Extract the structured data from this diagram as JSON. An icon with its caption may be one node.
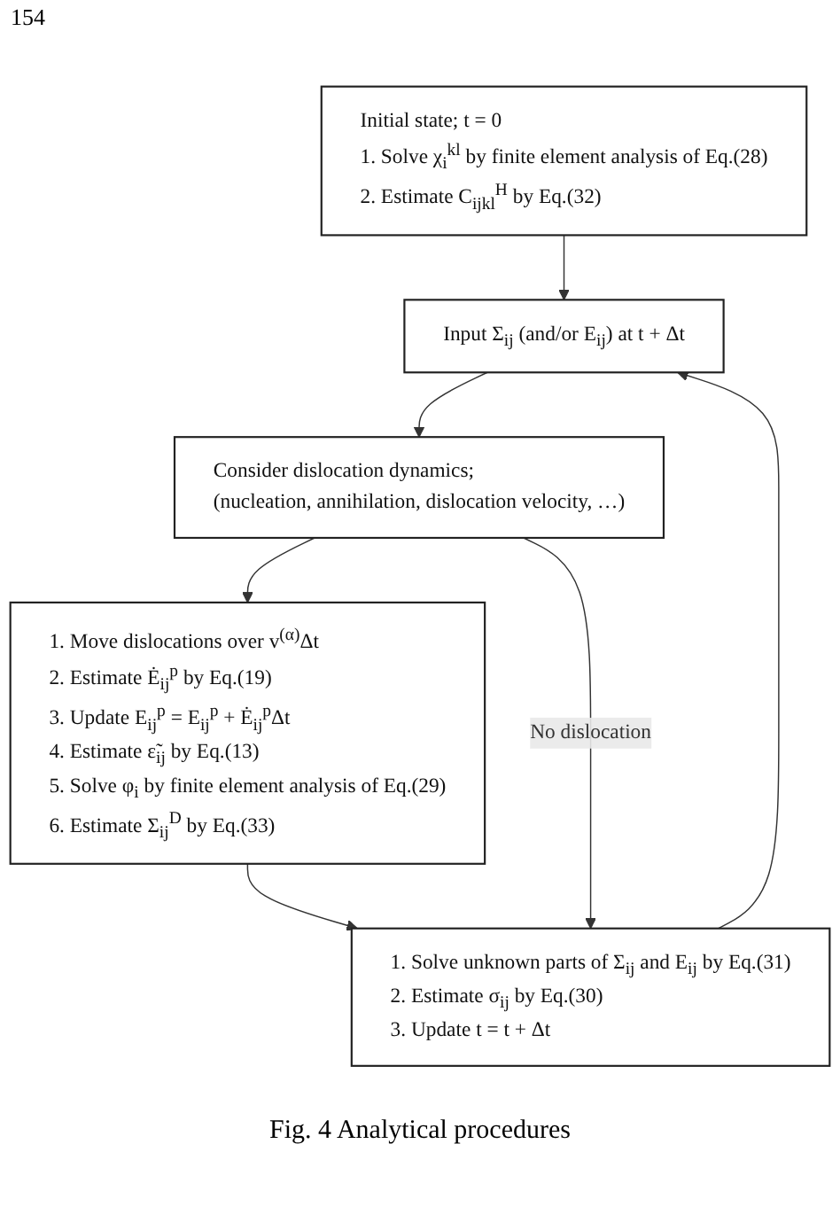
{
  "diagram": {
    "caption": "Fig. 4 Analytical procedures",
    "nodes": [
      {
        "text": [
          "Initial state; t = 0",
          "1. Solve χ$_{i}$$^{kl}$ by finite element analysis of Eq.(28)",
          "2. Estimate C$_{ijkl}$$^{H}$ by Eq.(32)"
        ]
      },
      {
        "text": [
          "Input Σ$_{ij}$ (and/or E$_{ij}$) at t + Δt"
        ]
      },
      {
        "text": [
          "Consider dislocation dynamics;",
          "(nucleation, annihilation, dislocation velocity, …)"
        ]
      },
      {
        "text": [
          "1. Move dislocations over v$^{(α)}$Δt",
          "2. Estimate Ė$_{ij}$$^{p}$ by Eq.(19)",
          "3. Update E$_{ij}$$^{p}$ = E$_{ij}$$^{p}$ + Ė$_{ij}$$^{p}$Δt",
          "4. Estimate ε̃$_{ij}$ by Eq.(13)",
          "5. Solve φ$_{i}$ by finite element analysis of Eq.(29)",
          "6. Estimate Σ$_{ij}$$^{D}$ by Eq.(33)"
        ]
      },
      {
        "text": [
          "1. Solve unknown parts of Σ$_{ij}$ and E$_{ij}$ by Eq.(31)",
          "2. Estimate σ$_{ij}$ by Eq.(30)",
          "3. Update t = t + Δt"
        ]
      }
    ],
    "edges": [
      {
        "from": 0,
        "to": 1,
        "arrow": "to"
      },
      {
        "from": 1,
        "to": 2,
        "arrow": "to"
      },
      {
        "from": 2,
        "to": 3,
        "arrow": "to"
      },
      {
        "from": 3,
        "to": 4,
        "arrow": "to"
      },
      {
        "from": 2,
        "to": 4,
        "arrow": "to",
        "label": "No dislocation"
      },
      {
        "from": 4,
        "to": 1,
        "arrow": "to"
      }
    ],
    "labels": [
      "154"
    ]
  }
}
